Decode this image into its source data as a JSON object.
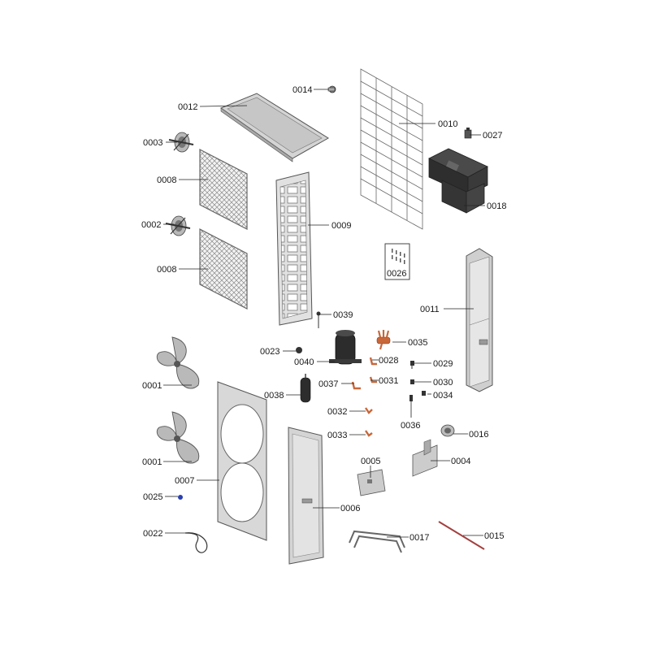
{
  "callouts": [
    "0001",
    "0001",
    "0002",
    "0003",
    "0004",
    "0005",
    "0006",
    "0007",
    "0008",
    "0008",
    "0009",
    "0010",
    "0011",
    "0012",
    "0014",
    "0015",
    "0016",
    "0017",
    "0018",
    "0022",
    "0023",
    "0025",
    "0026",
    "0027",
    "0028",
    "0029",
    "0030",
    "0031",
    "0032",
    "0033",
    "0034",
    "0035",
    "0036",
    "0037",
    "0038",
    "0039",
    "0040"
  ],
  "colors": {
    "sheet_metal": "#d2d2d2",
    "dark_part": "#3a3a3a",
    "copper": "#c8673a",
    "grille": "#8a8a8a",
    "fan_blade": "#b9b9b9",
    "blue_screw": "#2a3fb0",
    "wire_red": "#a2413f"
  }
}
